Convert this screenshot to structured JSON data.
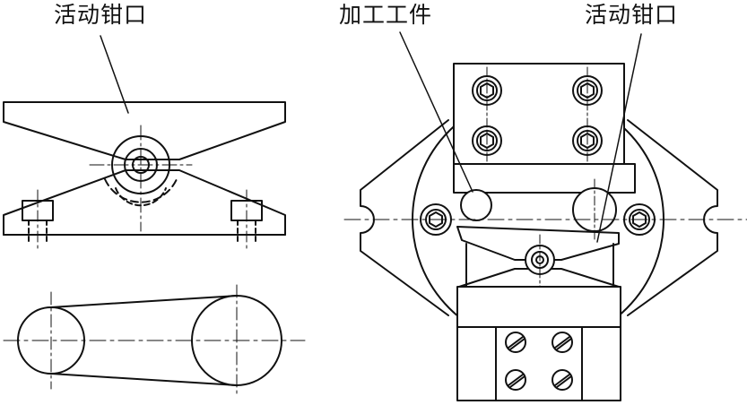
{
  "labels": {
    "left_jaw": "活动钳口",
    "workpiece": "加工工件",
    "right_jaw": "活动钳口"
  },
  "colors": {
    "ink": "#111111",
    "paper": "#ffffff"
  }
}
